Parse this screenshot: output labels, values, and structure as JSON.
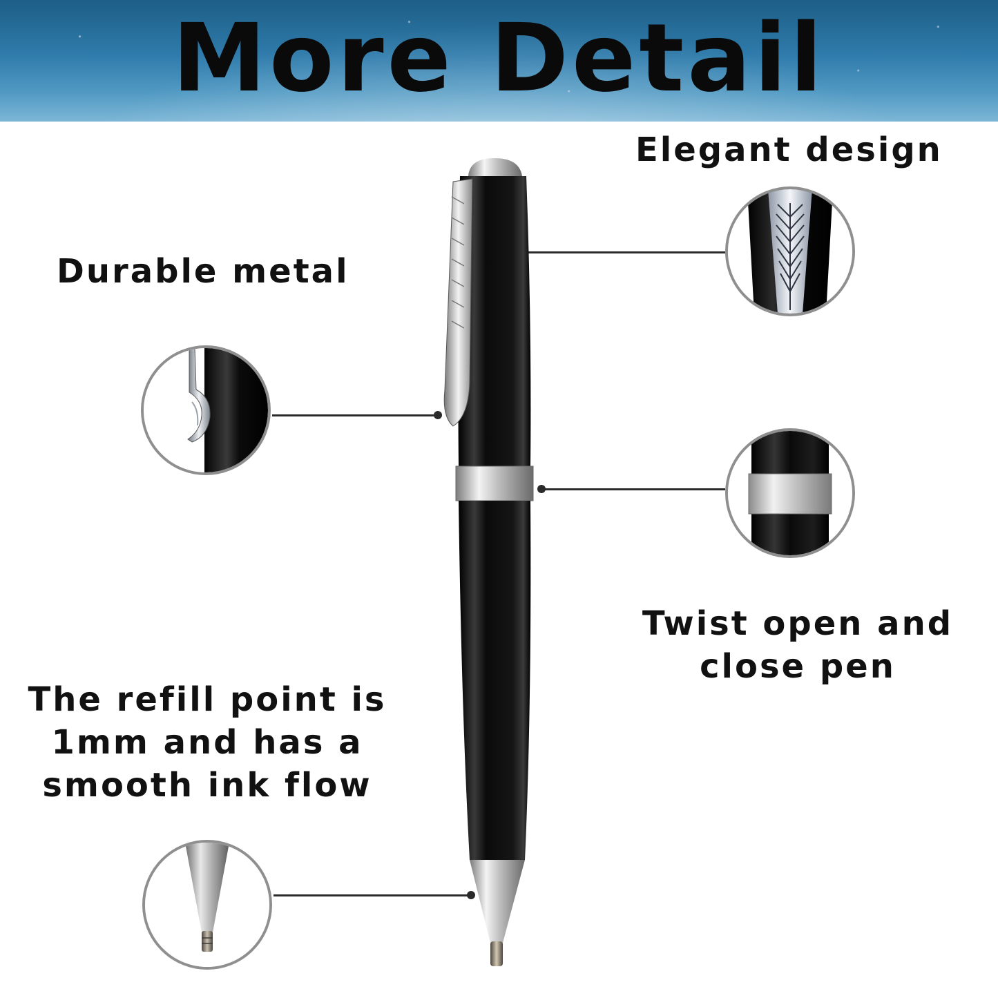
{
  "banner": {
    "title": "More Detail"
  },
  "features": {
    "elegant_design": "Elegant design",
    "durable_metal": "Durable metal",
    "twist_line1": "Twist open and",
    "twist_line2": "close pen",
    "refill_line1": "The refill point is",
    "refill_line2": "1mm and has a",
    "refill_line3": "smooth ink flow"
  },
  "colors": {
    "banner": "#2f7bab",
    "pen_body": "#0b0b0b",
    "chrome": "#c9c9c9",
    "text": "#111111",
    "callout": "#2a2a2a"
  },
  "icons": [
    "clip-detail-zoom",
    "clip-side-zoom",
    "center-ring-zoom",
    "refill-tip-zoom"
  ]
}
